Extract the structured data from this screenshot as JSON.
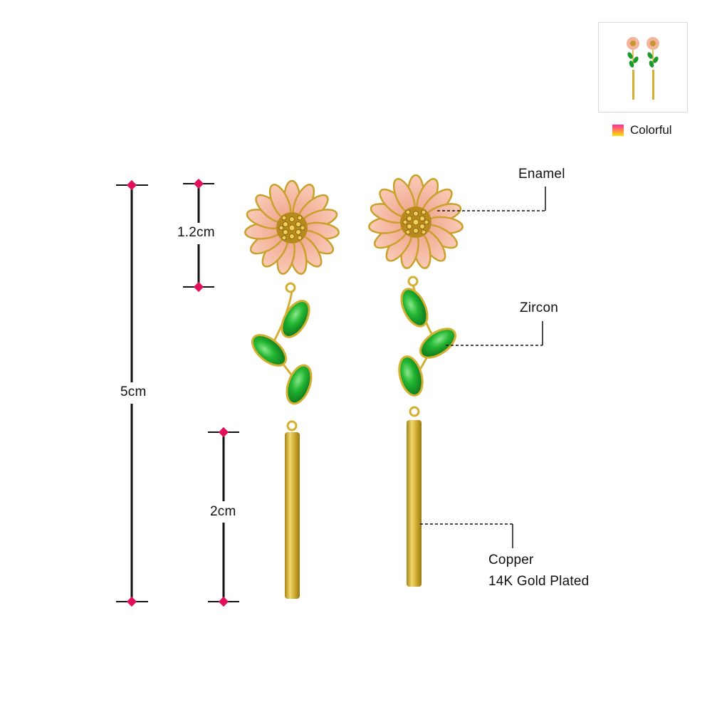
{
  "variant": {
    "label": "Colorful",
    "colors": [
      "#ff2aa0",
      "#ffe000"
    ]
  },
  "dimensions": {
    "total_height": "5cm",
    "flower_height": "1.2cm",
    "bar_length": "2cm"
  },
  "callouts": {
    "enamel": "Enamel",
    "zircon": "Zircon",
    "material_line1": "Copper",
    "material_line2": "14K Gold Plated"
  },
  "colors": {
    "petal": "#f5b8a4",
    "gold": "#d4b032",
    "zircon": "#1a9a2a",
    "marker": "#e0105a"
  }
}
